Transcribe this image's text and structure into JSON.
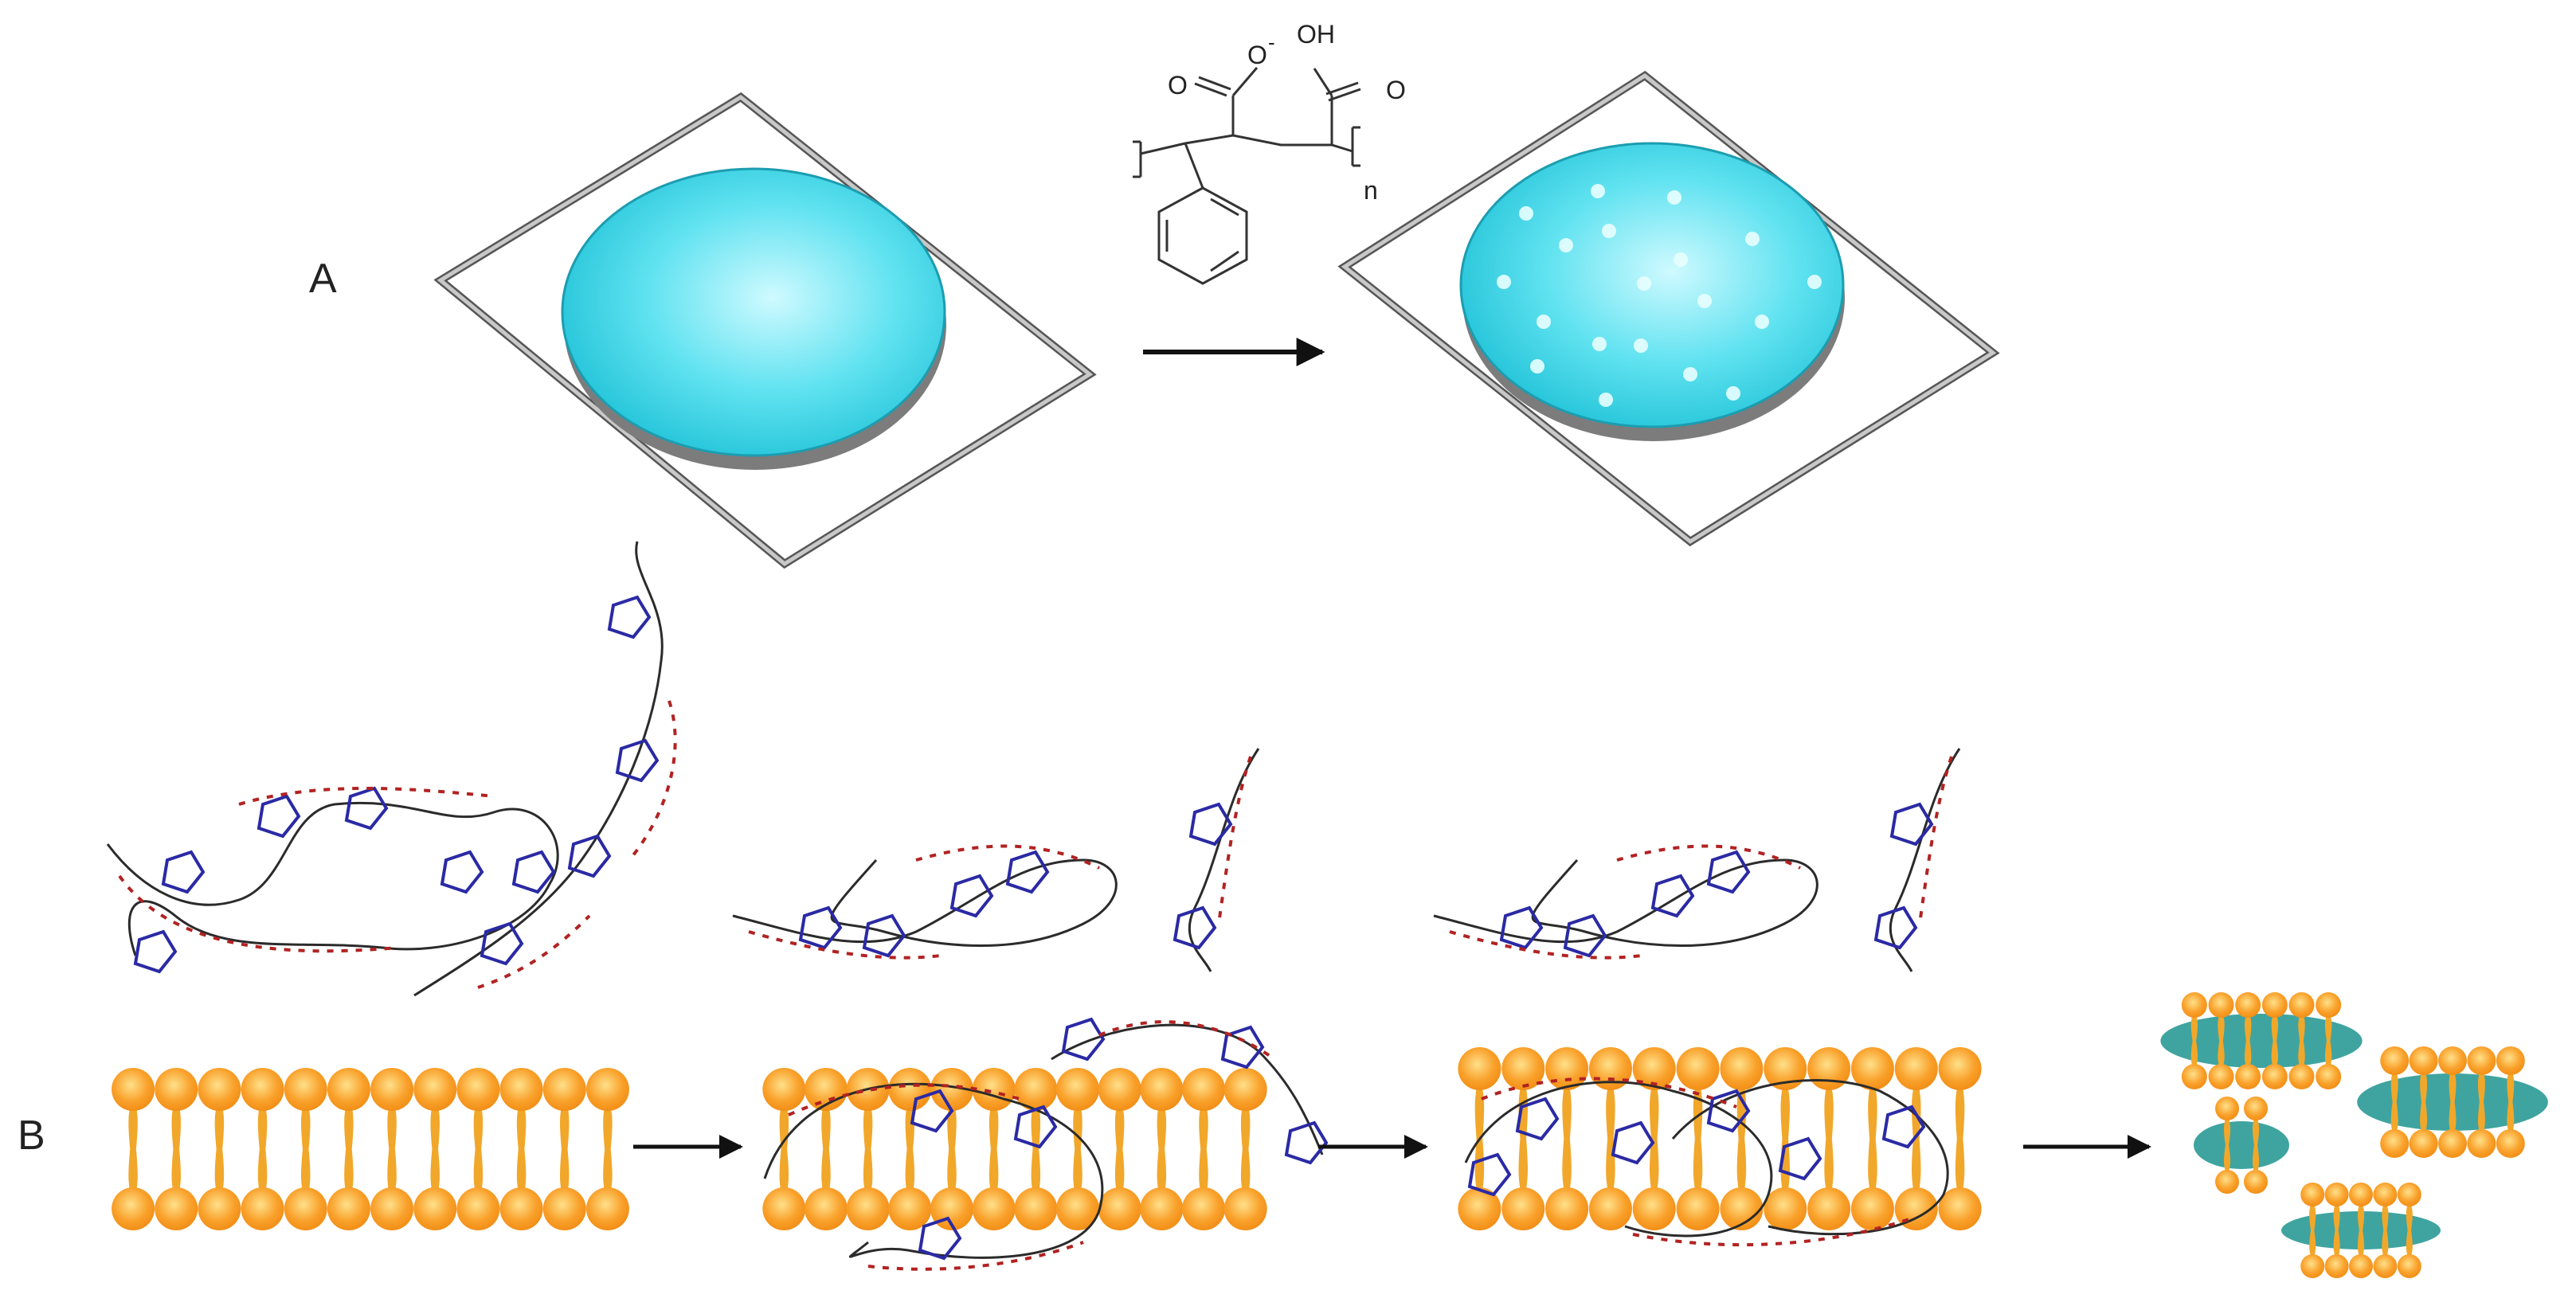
{
  "panels": {
    "a_label": "A",
    "b_label": "B"
  },
  "structure": {
    "carboxylate": "O",
    "charge": "-",
    "acid": "OH",
    "carbonyl_left": "O",
    "carbonyl_right": "O",
    "repeat": "n"
  },
  "colors": {
    "disc": "#34d3e6",
    "disc_light": "#cffaff",
    "disc_rim": "#1c9db0",
    "frame_light": "#bdbdbd",
    "frame_dark": "#555555",
    "lipid_head": "#f7941d",
    "lipid_head_light": "#ffd27a",
    "lipid_tail": "#f1a72a",
    "polymer_backbone": "#2b2b2b",
    "polymer_phenyl": "#2a2aa5",
    "polymer_acid": "#b22222",
    "nanodisc_belt": "#3fa4a0"
  }
}
